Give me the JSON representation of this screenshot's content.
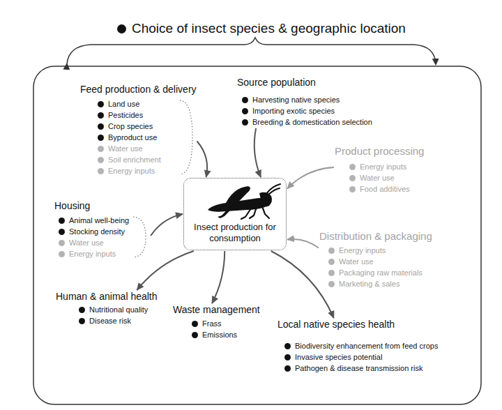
{
  "diagram": {
    "title": "Choice of insect species & geographic location",
    "nodes": [
      {
        "text": [
          "Feed production & delivery",
          "Land use",
          "Pesticides",
          "Crop species",
          "Byproduct use",
          "Water use",
          "Soil enrichment",
          "Energy inputs"
        ]
      },
      {
        "text": [
          "Source population",
          "Harvesting native species",
          "Importing exotic species",
          "Breeding & domestication selection"
        ]
      },
      {
        "text": [
          "Product processing",
          "Energy inputs",
          "Water use",
          "Food additives"
        ]
      },
      {
        "text": [
          "Housing",
          "Animal well-being",
          "Stocking density",
          "Water use",
          "Energy inputs"
        ]
      },
      {
        "text": [
          "Insect production for consumption"
        ]
      },
      {
        "text": [
          "Distribution & packaging",
          "Energy inputs",
          "Water use",
          "Packaging raw materials",
          "Marketing & sales"
        ]
      },
      {
        "text": [
          "Human & animal health",
          "Nutritional quality",
          "Disease risk"
        ]
      },
      {
        "text": [
          "Waste management",
          "Frass",
          "Emissions"
        ]
      },
      {
        "text": [
          "Local native species health",
          "Biodiversity enhancement from feed crops",
          "Invasive species potential",
          "Pathogen & disease transmission risk"
        ]
      }
    ],
    "edges": [
      {
        "from": 0,
        "to": 4,
        "arrow": "to"
      },
      {
        "from": 1,
        "to": 4,
        "arrow": "to"
      },
      {
        "from": 2,
        "to": 4,
        "arrow": "to"
      },
      {
        "from": 3,
        "to": 4,
        "arrow": "to"
      },
      {
        "from": 5,
        "to": 4,
        "arrow": "to"
      },
      {
        "from": 4,
        "to": 6,
        "arrow": "to"
      },
      {
        "from": 4,
        "to": 7,
        "arrow": "to"
      },
      {
        "from": 4,
        "to": 8,
        "arrow": "to"
      }
    ]
  }
}
